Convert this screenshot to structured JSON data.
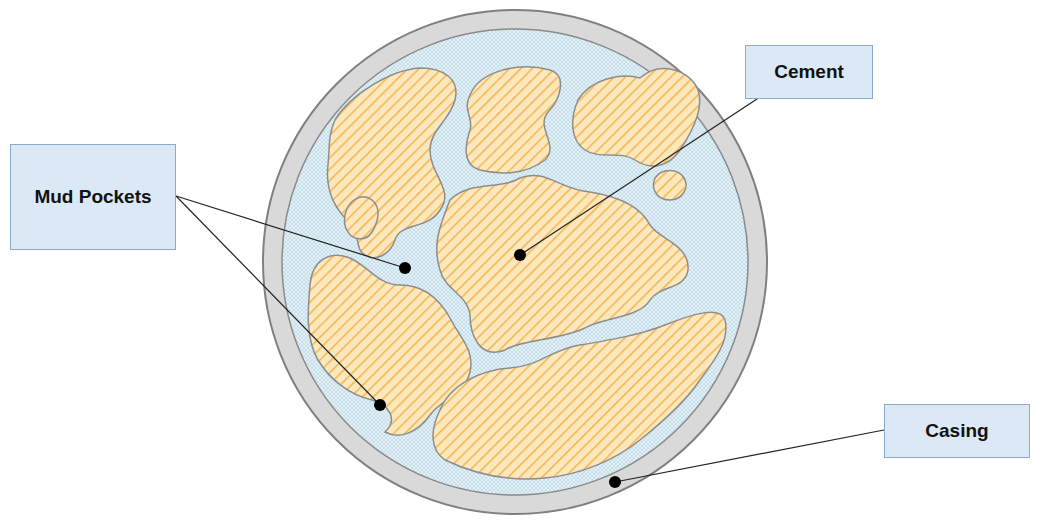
{
  "diagram": {
    "nodes": [
      {
        "text": [
          "Cement"
        ]
      },
      {
        "text": [
          "Mud Pockets"
        ]
      },
      {
        "text": [
          "Casing"
        ]
      }
    ]
  }
}
